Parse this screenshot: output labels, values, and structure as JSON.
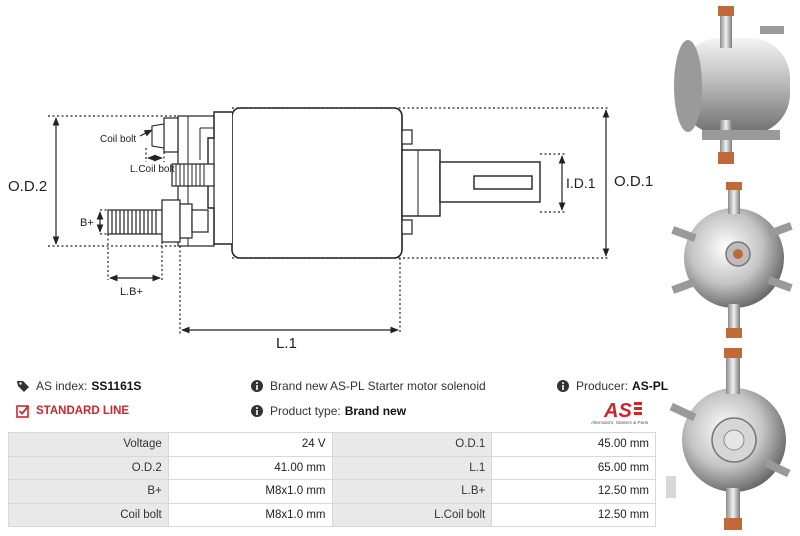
{
  "drawing": {
    "labels": {
      "od2": "O.D.2",
      "od1": "O.D.1",
      "id1": "I.D.1",
      "l1": "L.1",
      "bplus": "B+",
      "lbplus": "L.B+",
      "coilbolt": "Coil bolt",
      "lcoilbolt": "L.Coil bolt"
    }
  },
  "photos": [
    {
      "name": "solenoid-photo-side"
    },
    {
      "name": "solenoid-photo-front"
    },
    {
      "name": "solenoid-photo-back"
    }
  ],
  "info": {
    "as_index_label": "AS index:",
    "as_index_value": "SS1161S",
    "standard_line": "STANDARD LINE",
    "description": "Brand new AS-PL Starter motor solenoid",
    "product_type_label": "Product type:",
    "product_type_value": "Brand new",
    "producer_label": "Producer:",
    "producer_value": "AS-PL"
  },
  "logo": {
    "text": "AS",
    "tagline": "Alternators, Starters & Parts",
    "color": "#d0252b"
  },
  "specs": [
    [
      {
        "k": "Voltage",
        "v": "24 V"
      },
      {
        "k": "O.D.1",
        "v": "45.00 mm"
      }
    ],
    [
      {
        "k": "O.D.2",
        "v": "41.00 mm"
      },
      {
        "k": "L.1",
        "v": "65.00 mm"
      }
    ],
    [
      {
        "k": "B+",
        "v": "M8x1.0 mm"
      },
      {
        "k": "L.B+",
        "v": "12.50 mm"
      }
    ],
    [
      {
        "k": "Coil bolt",
        "v": "M8x1.0 mm"
      },
      {
        "k": "L.Coil bolt",
        "v": "12.50 mm"
      }
    ]
  ]
}
